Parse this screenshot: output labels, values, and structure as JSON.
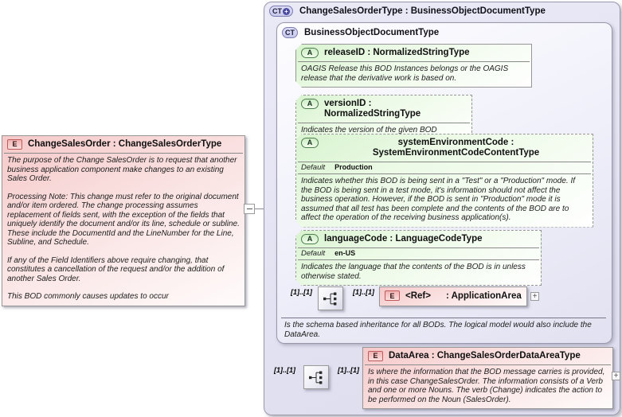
{
  "root_element": {
    "badge": "E",
    "title": "ChangeSalesOrder : ChangeSalesOrderType",
    "paragraphs": [
      "The purpose of the Change SalesOrder is to request that another business application component make changes to an existing Sales Order.",
      "Processing Note:  This change must refer to the original document and/or item ordered.  The change processing assumes replacement of fields sent, with the exception of the fields that uniquely identify the document and/or its line, schedule or subline. These include the DocumentId and the LineNumber for the Line, Subline, and Schedule.",
      "If any of the Field Identifiers above require changing, that constitutes a cancellation of the request and/or the addition of another Sales Order.",
      "This BOD commonly causes updates to occur"
    ]
  },
  "root_type": {
    "badge": "CT",
    "plus": "+",
    "title": "ChangeSalesOrderType : BusinessObjectDocumentType"
  },
  "base_type": {
    "badge": "CT",
    "title": "BusinessObjectDocumentType",
    "annotation": "Is the schema based inheritance for all BODs. The logical model would also include the DataArea."
  },
  "attributes": [
    {
      "badge": "A",
      "title": "releaseID : NormalizedStringType",
      "desc": "OAGIS Release this BOD Instances belongs or the OAGIS release that the derivative work is based on."
    },
    {
      "badge": "A",
      "title": "versionID : NormalizedStringType",
      "desc": "Indicates the version of the given BOD defintion."
    },
    {
      "badge": "A",
      "title": "systemEnvironmentCode : SystemEnvironmentCodeContentType",
      "default_label": "Default",
      "default_value": "Production",
      "desc": "Indicates whether this BOD is being sent in a \"Test\" or a \"Production\" mode. If the BOD is being sent in a test mode, it's information should not affect the business operation. However, if the BOD is sent in \"Production\" mode it is assumed that all test has been complete and the contents of the BOD are to affect the operation of the receiving business application(s)."
    },
    {
      "badge": "A",
      "title": "languageCode : LanguageCodeType",
      "default_label": "Default",
      "default_value": "en-US",
      "desc": "Indicates the language that the contents of the BOD is in unless otherwise stated."
    }
  ],
  "ref_element": {
    "badge": "E",
    "name": "<Ref>",
    "type": ": ApplicationArea",
    "expand_glyph": "+"
  },
  "data_area": {
    "badge": "E",
    "title": "DataArea : ChangeSalesOrderDataAreaType",
    "expand_glyph": "+",
    "desc": "Is where the information that the BOD message carries is provided, in this case ChangeSalesOrder. The information consists of a Verb and one or more Nouns. The verb (Change) indicates the action to be performed on the Noun (SalesOrder)."
  },
  "cardinality": "[1]..[1]"
}
